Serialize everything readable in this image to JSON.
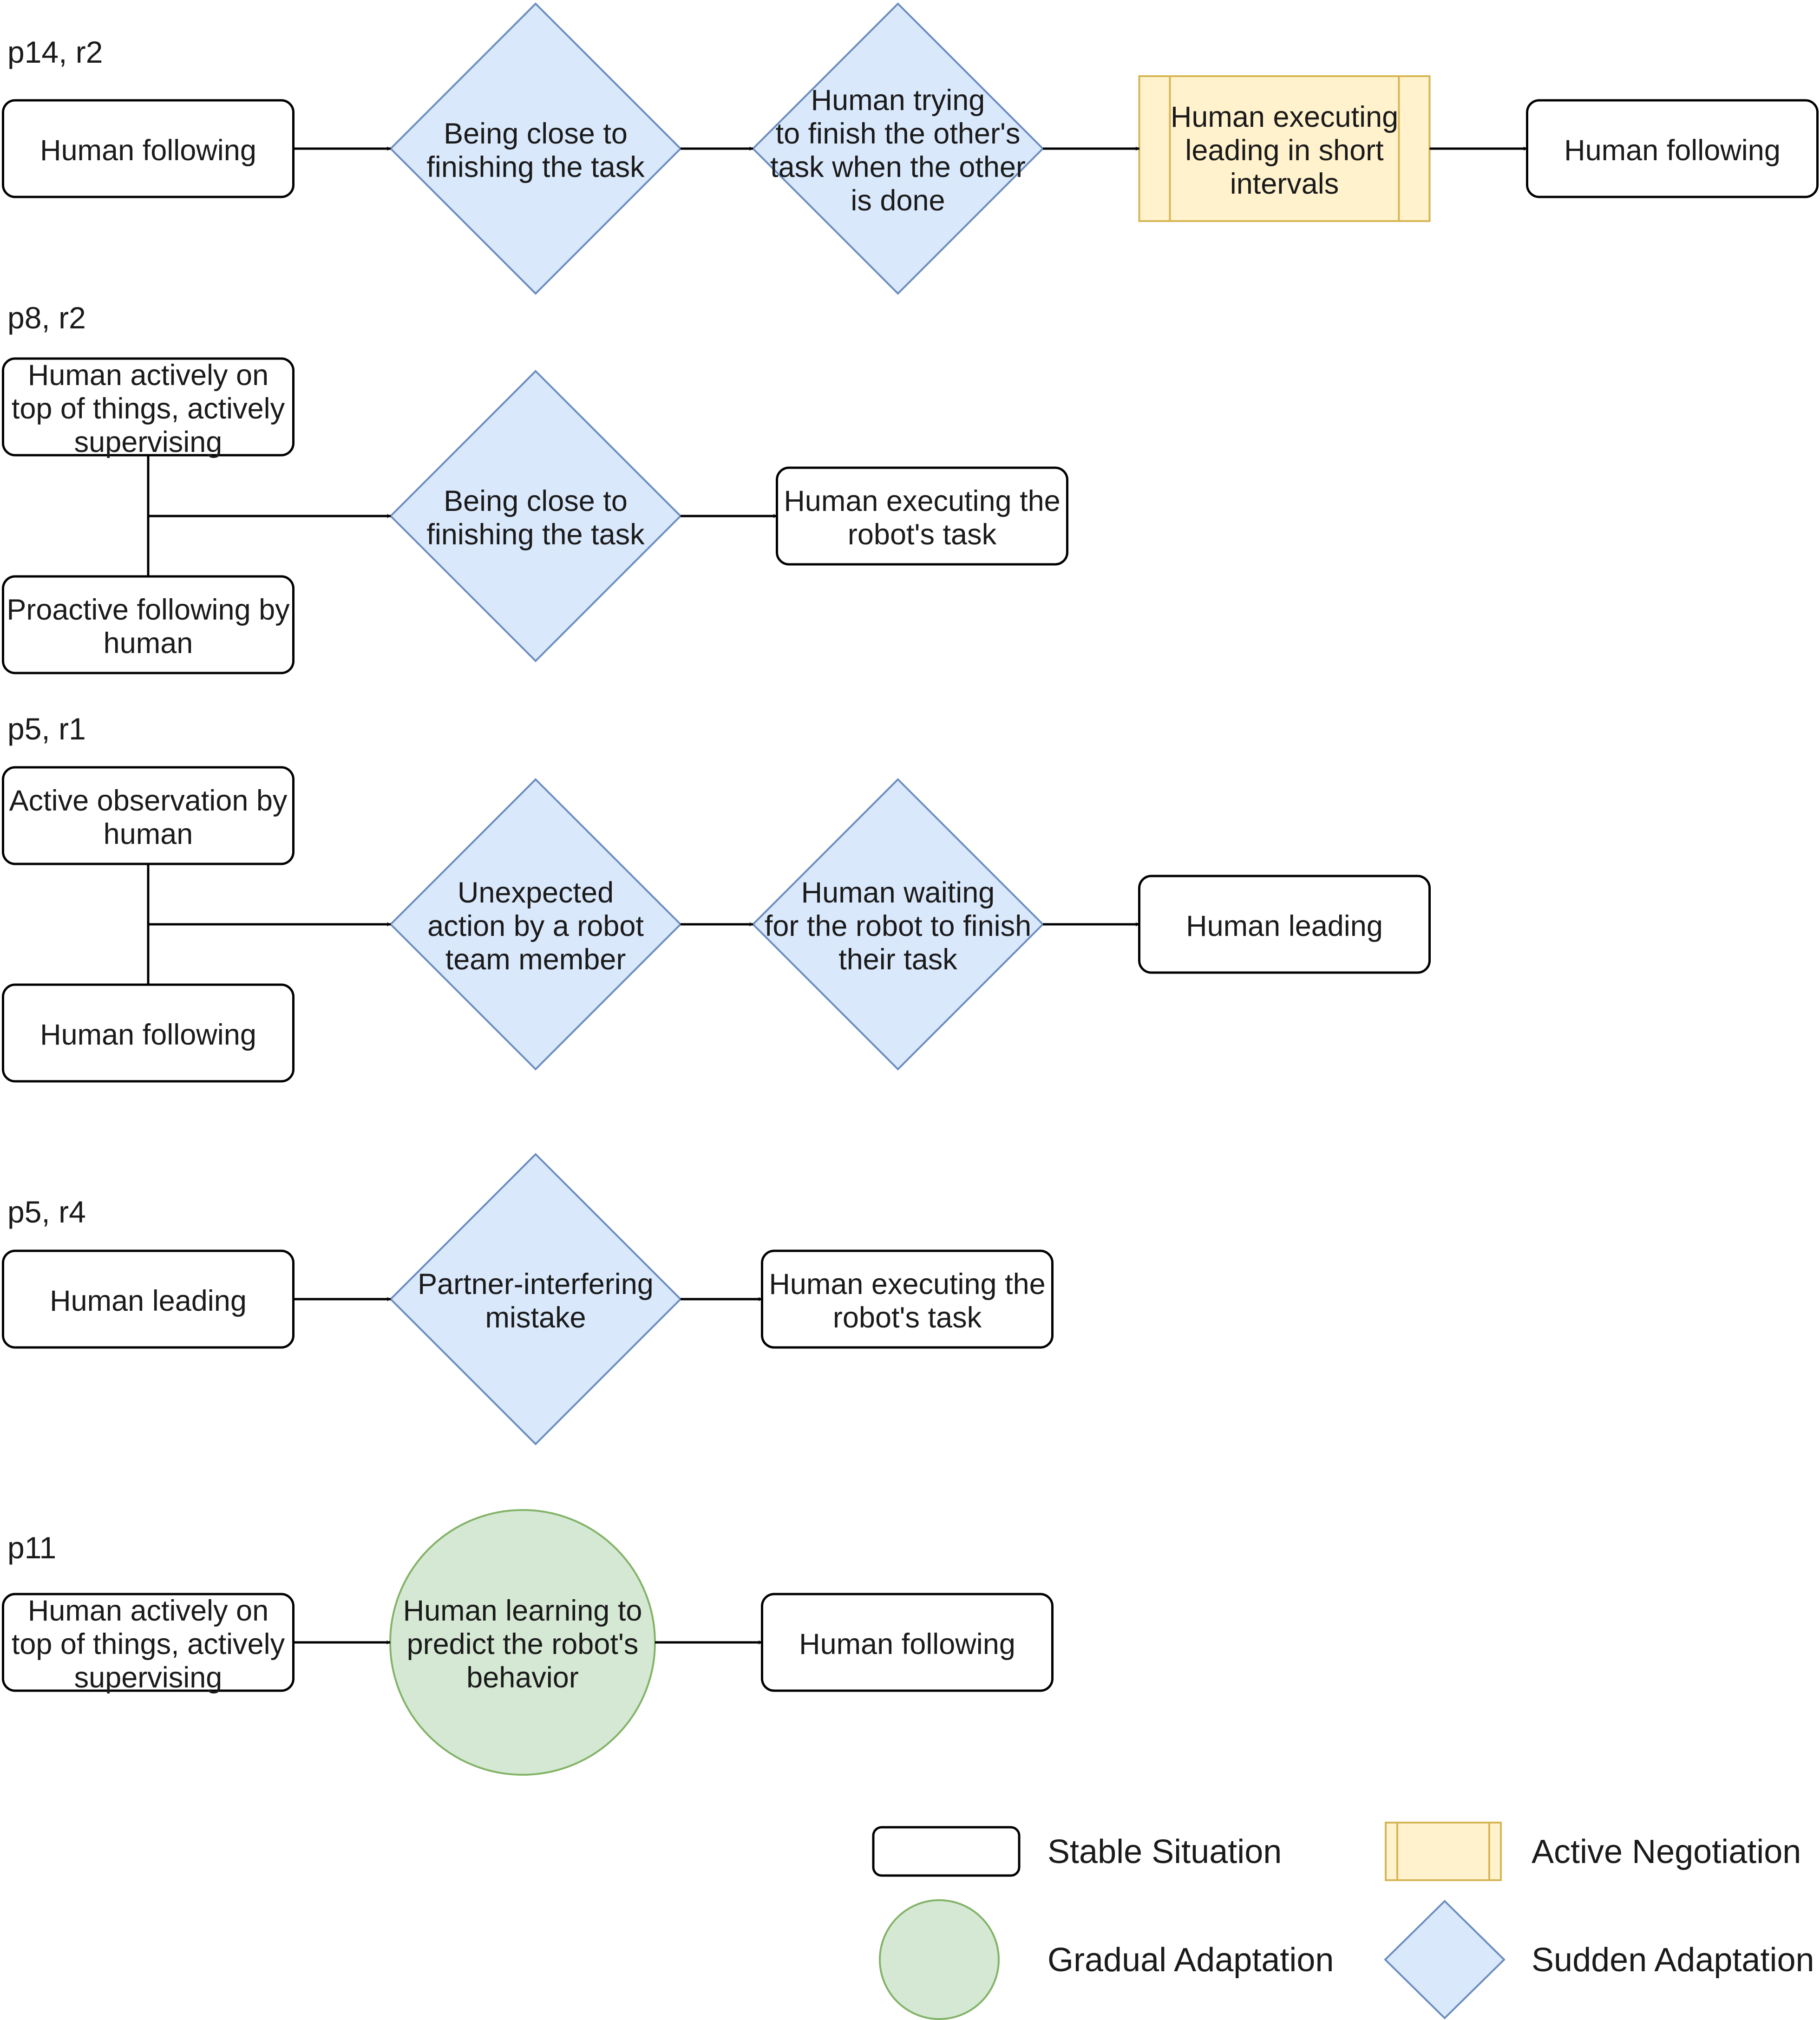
{
  "colors": {
    "stable_fill": "#ffffff",
    "stable_stroke": "#000000",
    "sudden_fill": "#dae8fc",
    "sudden_stroke": "#6c8ebf",
    "gradual_fill": "#d5e8d4",
    "gradual_stroke": "#82b366",
    "negotiation_fill": "#fff2cc",
    "negotiation_stroke": "#d6b656"
  },
  "sections": [
    {
      "label": "p14, r2",
      "nodes": [
        {
          "kind": "stable",
          "lines": [
            "Human following"
          ]
        },
        {
          "kind": "sudden",
          "lines": [
            "Being close to",
            "finishing the task"
          ]
        },
        {
          "kind": "sudden",
          "lines": [
            "Human trying",
            "to finish the other's",
            "task when the other",
            "is done"
          ]
        },
        {
          "kind": "negotiation",
          "lines": [
            "Human executing",
            "leading in short",
            "intervals"
          ]
        },
        {
          "kind": "stable",
          "lines": [
            "Human following"
          ]
        }
      ]
    },
    {
      "label": "p8, r2",
      "nodes": [
        {
          "kind": "stable",
          "lines": [
            "Human actively on",
            "top of things, actively",
            "supervising"
          ]
        },
        {
          "kind": "stable",
          "lines": [
            "Proactive following by",
            "human"
          ]
        },
        {
          "kind": "sudden",
          "lines": [
            "Being close to",
            "finishing the task"
          ]
        },
        {
          "kind": "stable",
          "lines": [
            "Human executing the",
            "robot's task"
          ]
        }
      ]
    },
    {
      "label": "p5, r1",
      "nodes": [
        {
          "kind": "stable",
          "lines": [
            "Active observation by",
            "human"
          ]
        },
        {
          "kind": "stable",
          "lines": [
            "Human following"
          ]
        },
        {
          "kind": "sudden",
          "lines": [
            "Unexpected",
            "action by a robot",
            "team member"
          ]
        },
        {
          "kind": "sudden",
          "lines": [
            "Human waiting",
            "for the robot to finish",
            "their task"
          ]
        },
        {
          "kind": "stable",
          "lines": [
            "Human leading"
          ]
        }
      ]
    },
    {
      "label": "p5, r4",
      "nodes": [
        {
          "kind": "stable",
          "lines": [
            "Human leading"
          ]
        },
        {
          "kind": "sudden",
          "lines": [
            "Partner-interfering",
            "mistake"
          ]
        },
        {
          "kind": "stable",
          "lines": [
            "Human executing the",
            "robot's task"
          ]
        }
      ]
    },
    {
      "label": "p11",
      "nodes": [
        {
          "kind": "stable",
          "lines": [
            "Human actively on",
            "top of things, actively",
            "supervising"
          ]
        },
        {
          "kind": "gradual",
          "lines": [
            "Human learning to",
            "predict the robot's",
            "behavior"
          ]
        },
        {
          "kind": "stable",
          "lines": [
            "Human following"
          ]
        }
      ]
    }
  ],
  "legend": [
    {
      "kind": "stable",
      "label": "Stable Situation"
    },
    {
      "kind": "negotiation",
      "label": "Active Negotiation"
    },
    {
      "kind": "gradual",
      "label": "Gradual Adaptation"
    },
    {
      "kind": "sudden",
      "label": "Sudden Adaptation"
    }
  ]
}
